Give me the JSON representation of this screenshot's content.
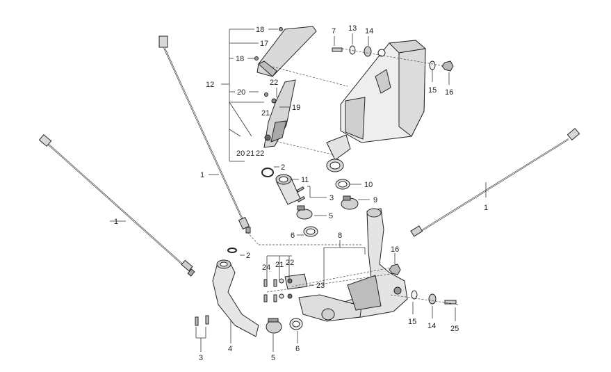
{
  "colors": {
    "line": "#333333",
    "part_fill": "#e9e9e9",
    "part_dark": "#bdbdbd",
    "text": "#222222"
  },
  "callouts": {
    "c1_left": "1",
    "c1_upper": "1",
    "c1_right": "1",
    "c2_upper": "2",
    "c2_lower": "2",
    "c3_mid": "3",
    "c3_bottom": "3",
    "c4": "4",
    "c5_mid": "5",
    "c5_bottom": "5",
    "c6_mid": "6",
    "c6_bottom": "6",
    "c7": "7",
    "c8": "8",
    "c9": "9",
    "c10": "10",
    "c11": "11",
    "c12": "12",
    "c13": "13",
    "c14_top": "14",
    "c14_bottom": "14",
    "c15_top": "15",
    "c15_bottom": "15",
    "c16_top": "16",
    "c16_bottom": "16",
    "c17": "17",
    "c18_a": "18",
    "c18_b": "18",
    "c19": "19",
    "c20_a": "20",
    "c20_b": "20",
    "c21_a": "21",
    "c21_b": "21",
    "c21_c": "21",
    "c22_a": "22",
    "c22_b": "22",
    "c22_c": "22",
    "c23": "23",
    "c24": "24",
    "c25": "25"
  }
}
